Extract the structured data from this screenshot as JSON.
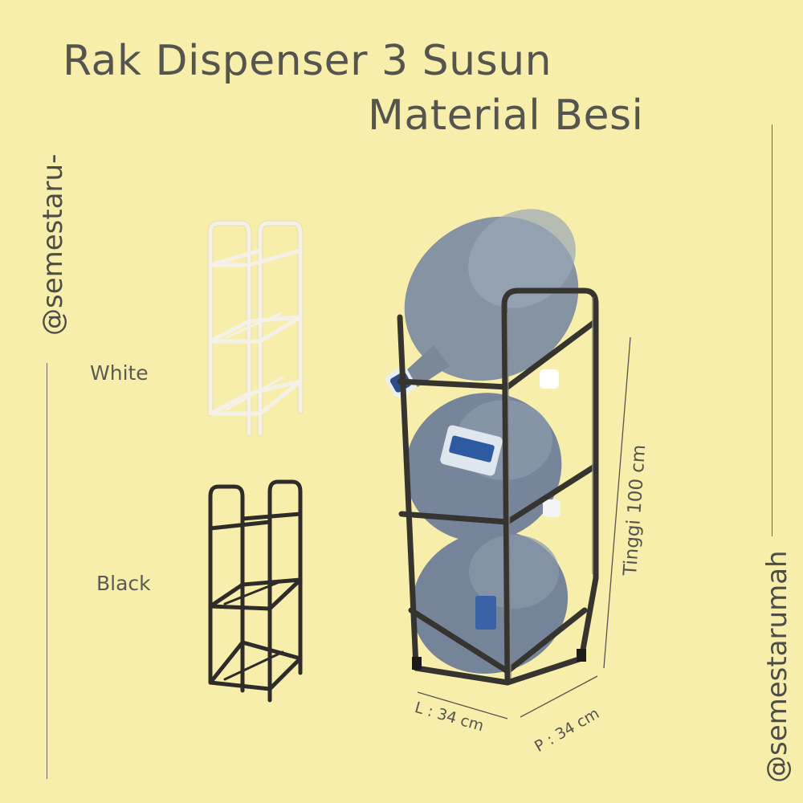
{
  "title": {
    "line1": "Rak Dispenser 3 Susun",
    "line2": "Material Besi"
  },
  "watermarks": {
    "left": "@semestaru-",
    "right": "@semestarumah"
  },
  "variants": [
    {
      "label": "White",
      "color": "#f2efe6"
    },
    {
      "label": "Black",
      "color": "#2e2c2a"
    }
  ],
  "dimensions": {
    "height": "Tinggi  100 cm",
    "length": "L : 34 cm",
    "depth": "P : 34 cm"
  },
  "colors": {
    "background": "#f8eeab",
    "text": "#55554f",
    "gallon": "#7f8d9c"
  }
}
